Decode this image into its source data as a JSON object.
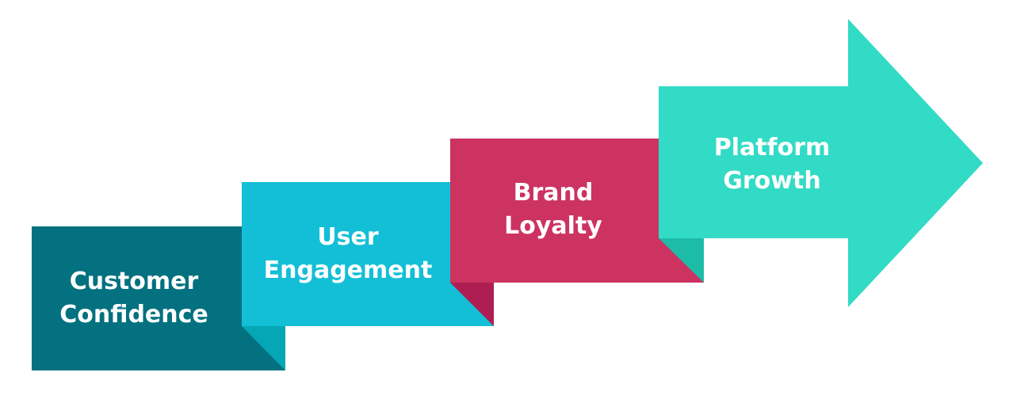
{
  "colors": {
    "step1": "#03717F",
    "step2": "#13BFD7",
    "step2_fold": "#05A7B6",
    "step3": "#CC3361",
    "step3_fold": "#AE1E53",
    "step4": "#32DBC5",
    "step4_fold": "#1DBCA7",
    "text": "#FFFFFF"
  },
  "steps": [
    {
      "id": "step-customer-confidence",
      "label": "Customer\nConfidence"
    },
    {
      "id": "step-user-engagement",
      "label": "User\nEngagement"
    },
    {
      "id": "step-brand-loyalty",
      "label": "Brand\nLoyalty"
    },
    {
      "id": "step-platform-growth",
      "label": "Platform\nGrowth"
    }
  ]
}
